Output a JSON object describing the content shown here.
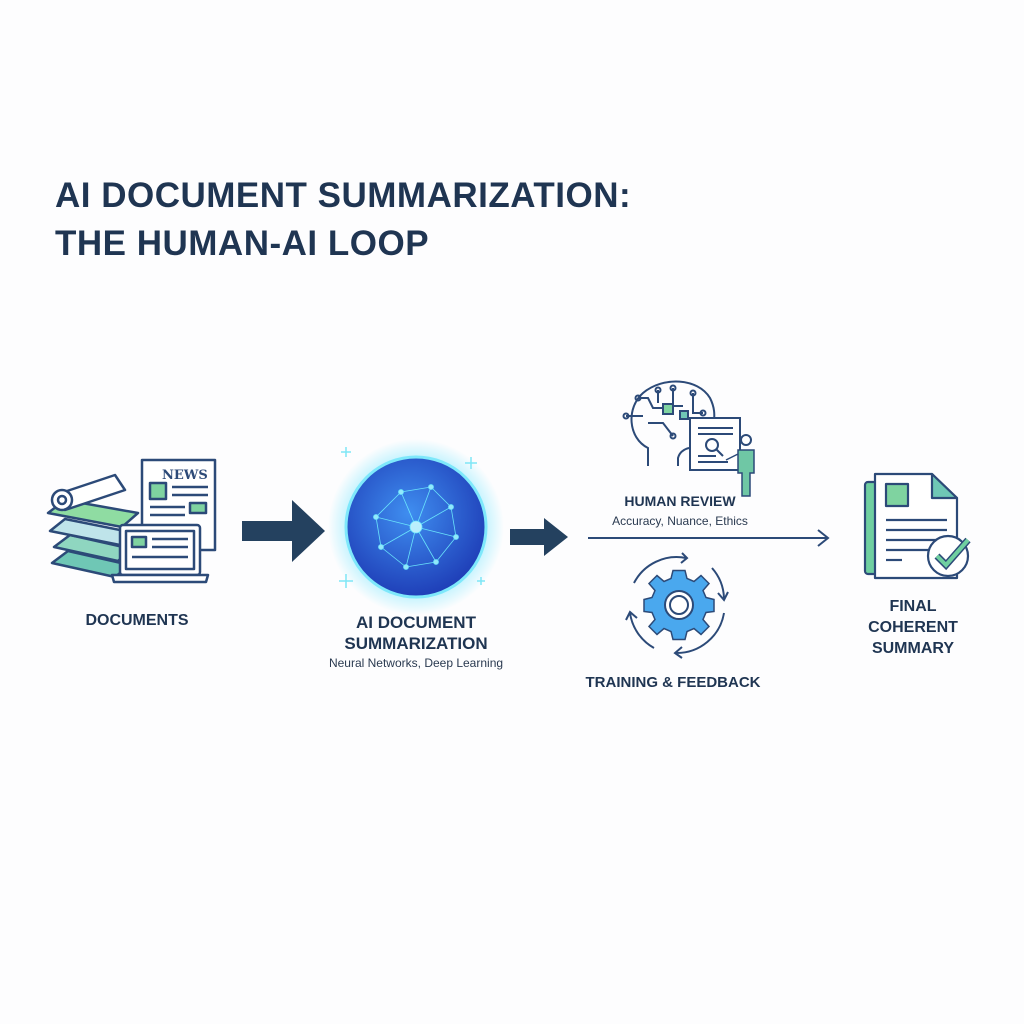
{
  "title": {
    "line1": "AI DOCUMENT SUMMARIZATION:",
    "line2": "THE HUMAN-AI LOOP"
  },
  "documents": {
    "label": "DOCUMENTS",
    "news_text": "NEWS",
    "icon": "books-newspaper-laptop-icon"
  },
  "ai": {
    "label_line1": "AI DOCUMENT",
    "label_line2": "SUMMARIZATION",
    "subtitle": "Neural Networks, Deep Learning",
    "icon": "neural-network-sphere-icon"
  },
  "human_review": {
    "label": "HUMAN REVIEW",
    "subtitle": "Accuracy, Nuance, Ethics",
    "icon": "brain-person-review-icon"
  },
  "training": {
    "label": "TRAINING & FEEDBACK",
    "icon": "gear-cycle-icon"
  },
  "final": {
    "label_line1": "FINAL",
    "label_line2": "COHERENT",
    "label_line3": "SUMMARY",
    "icon": "document-check-icon"
  },
  "colors": {
    "navy": "#1f3552",
    "line": "#2c4a78",
    "green": "#7fd3a0",
    "teal": "#5fbfb8",
    "blue": "#2f5fd8",
    "cyan": "#56d6f5"
  }
}
